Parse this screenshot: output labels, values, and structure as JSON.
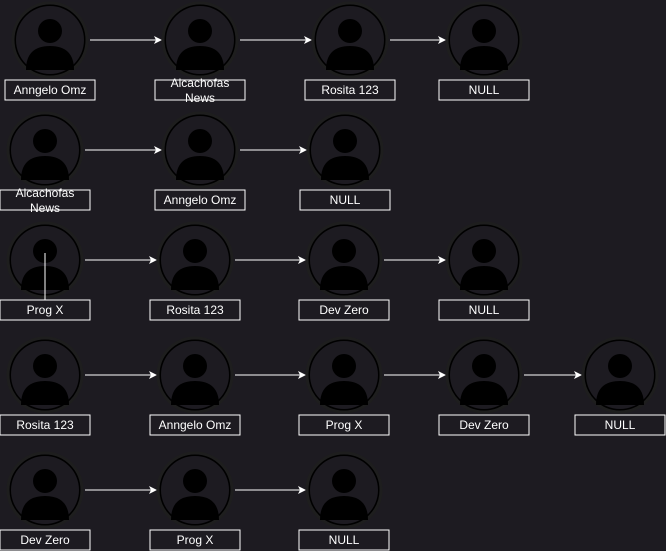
{
  "rows": [
    {
      "nodes": [
        {
          "label": "Anngelo Omz"
        },
        {
          "label": "Alcachofas News"
        },
        {
          "label": "Rosita 123"
        },
        {
          "label": "NULL"
        }
      ]
    },
    {
      "nodes": [
        {
          "label": "Alcachofas News"
        },
        {
          "label": "Anngelo Omz"
        },
        {
          "label": "NULL"
        }
      ]
    },
    {
      "nodes": [
        {
          "label": "Prog X"
        },
        {
          "label": "Rosita 123"
        },
        {
          "label": "Dev Zero"
        },
        {
          "label": "NULL"
        }
      ]
    },
    {
      "nodes": [
        {
          "label": "Rosita 123"
        },
        {
          "label": "Anngelo Omz"
        },
        {
          "label": "Prog X"
        },
        {
          "label": "Dev Zero"
        },
        {
          "label": "NULL"
        }
      ]
    },
    {
      "nodes": [
        {
          "label": "Dev Zero"
        },
        {
          "label": "Prog X"
        },
        {
          "label": "NULL"
        }
      ]
    }
  ],
  "colors": {
    "background": "#1d1b21",
    "avatar_fill": "#000000",
    "avatar_ring": "#1e1e1e",
    "label_border": "#ffffff",
    "text": "#ffffff",
    "arrow": "#ffffff"
  },
  "icons": {
    "node": "user-avatar-icon",
    "link": "arrow-right-icon"
  }
}
